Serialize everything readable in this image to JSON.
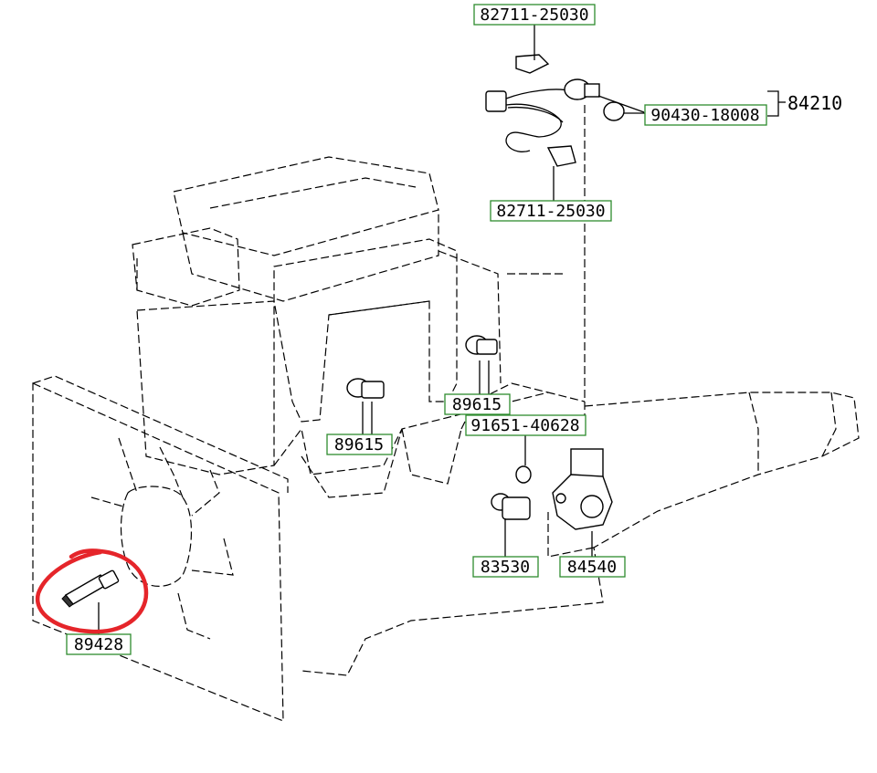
{
  "diagram": {
    "callouts": {
      "c82711_top": "82711-25030",
      "c90430": "90430-18008",
      "c84210": "84210",
      "c82711_bottom": "82711-25030",
      "c89615_right": "89615",
      "c89615_left": "89615",
      "c91651": "91651-40628",
      "c83530": "83530",
      "c84540": "84540",
      "c89428": "89428"
    },
    "highlight_color": "#e5252a",
    "label_box_color": "#2e8b2e"
  }
}
